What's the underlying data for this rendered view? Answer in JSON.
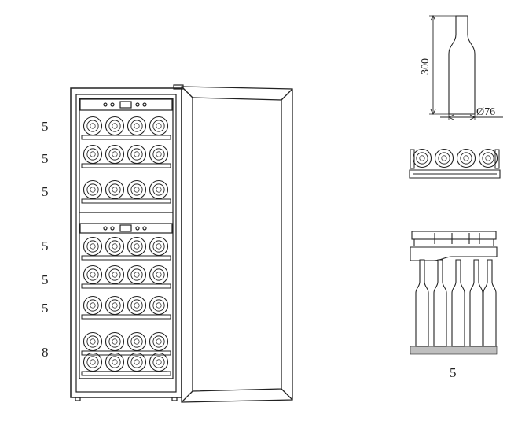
{
  "shelf_capacities": [
    "5",
    "5",
    "5",
    "5",
    "5",
    "5",
    "8"
  ],
  "bottle_height": "300",
  "bottle_diameter": "Ø76",
  "side_view_count": "5",
  "line_color": "#222222",
  "accent_color": "#bfbfbf"
}
